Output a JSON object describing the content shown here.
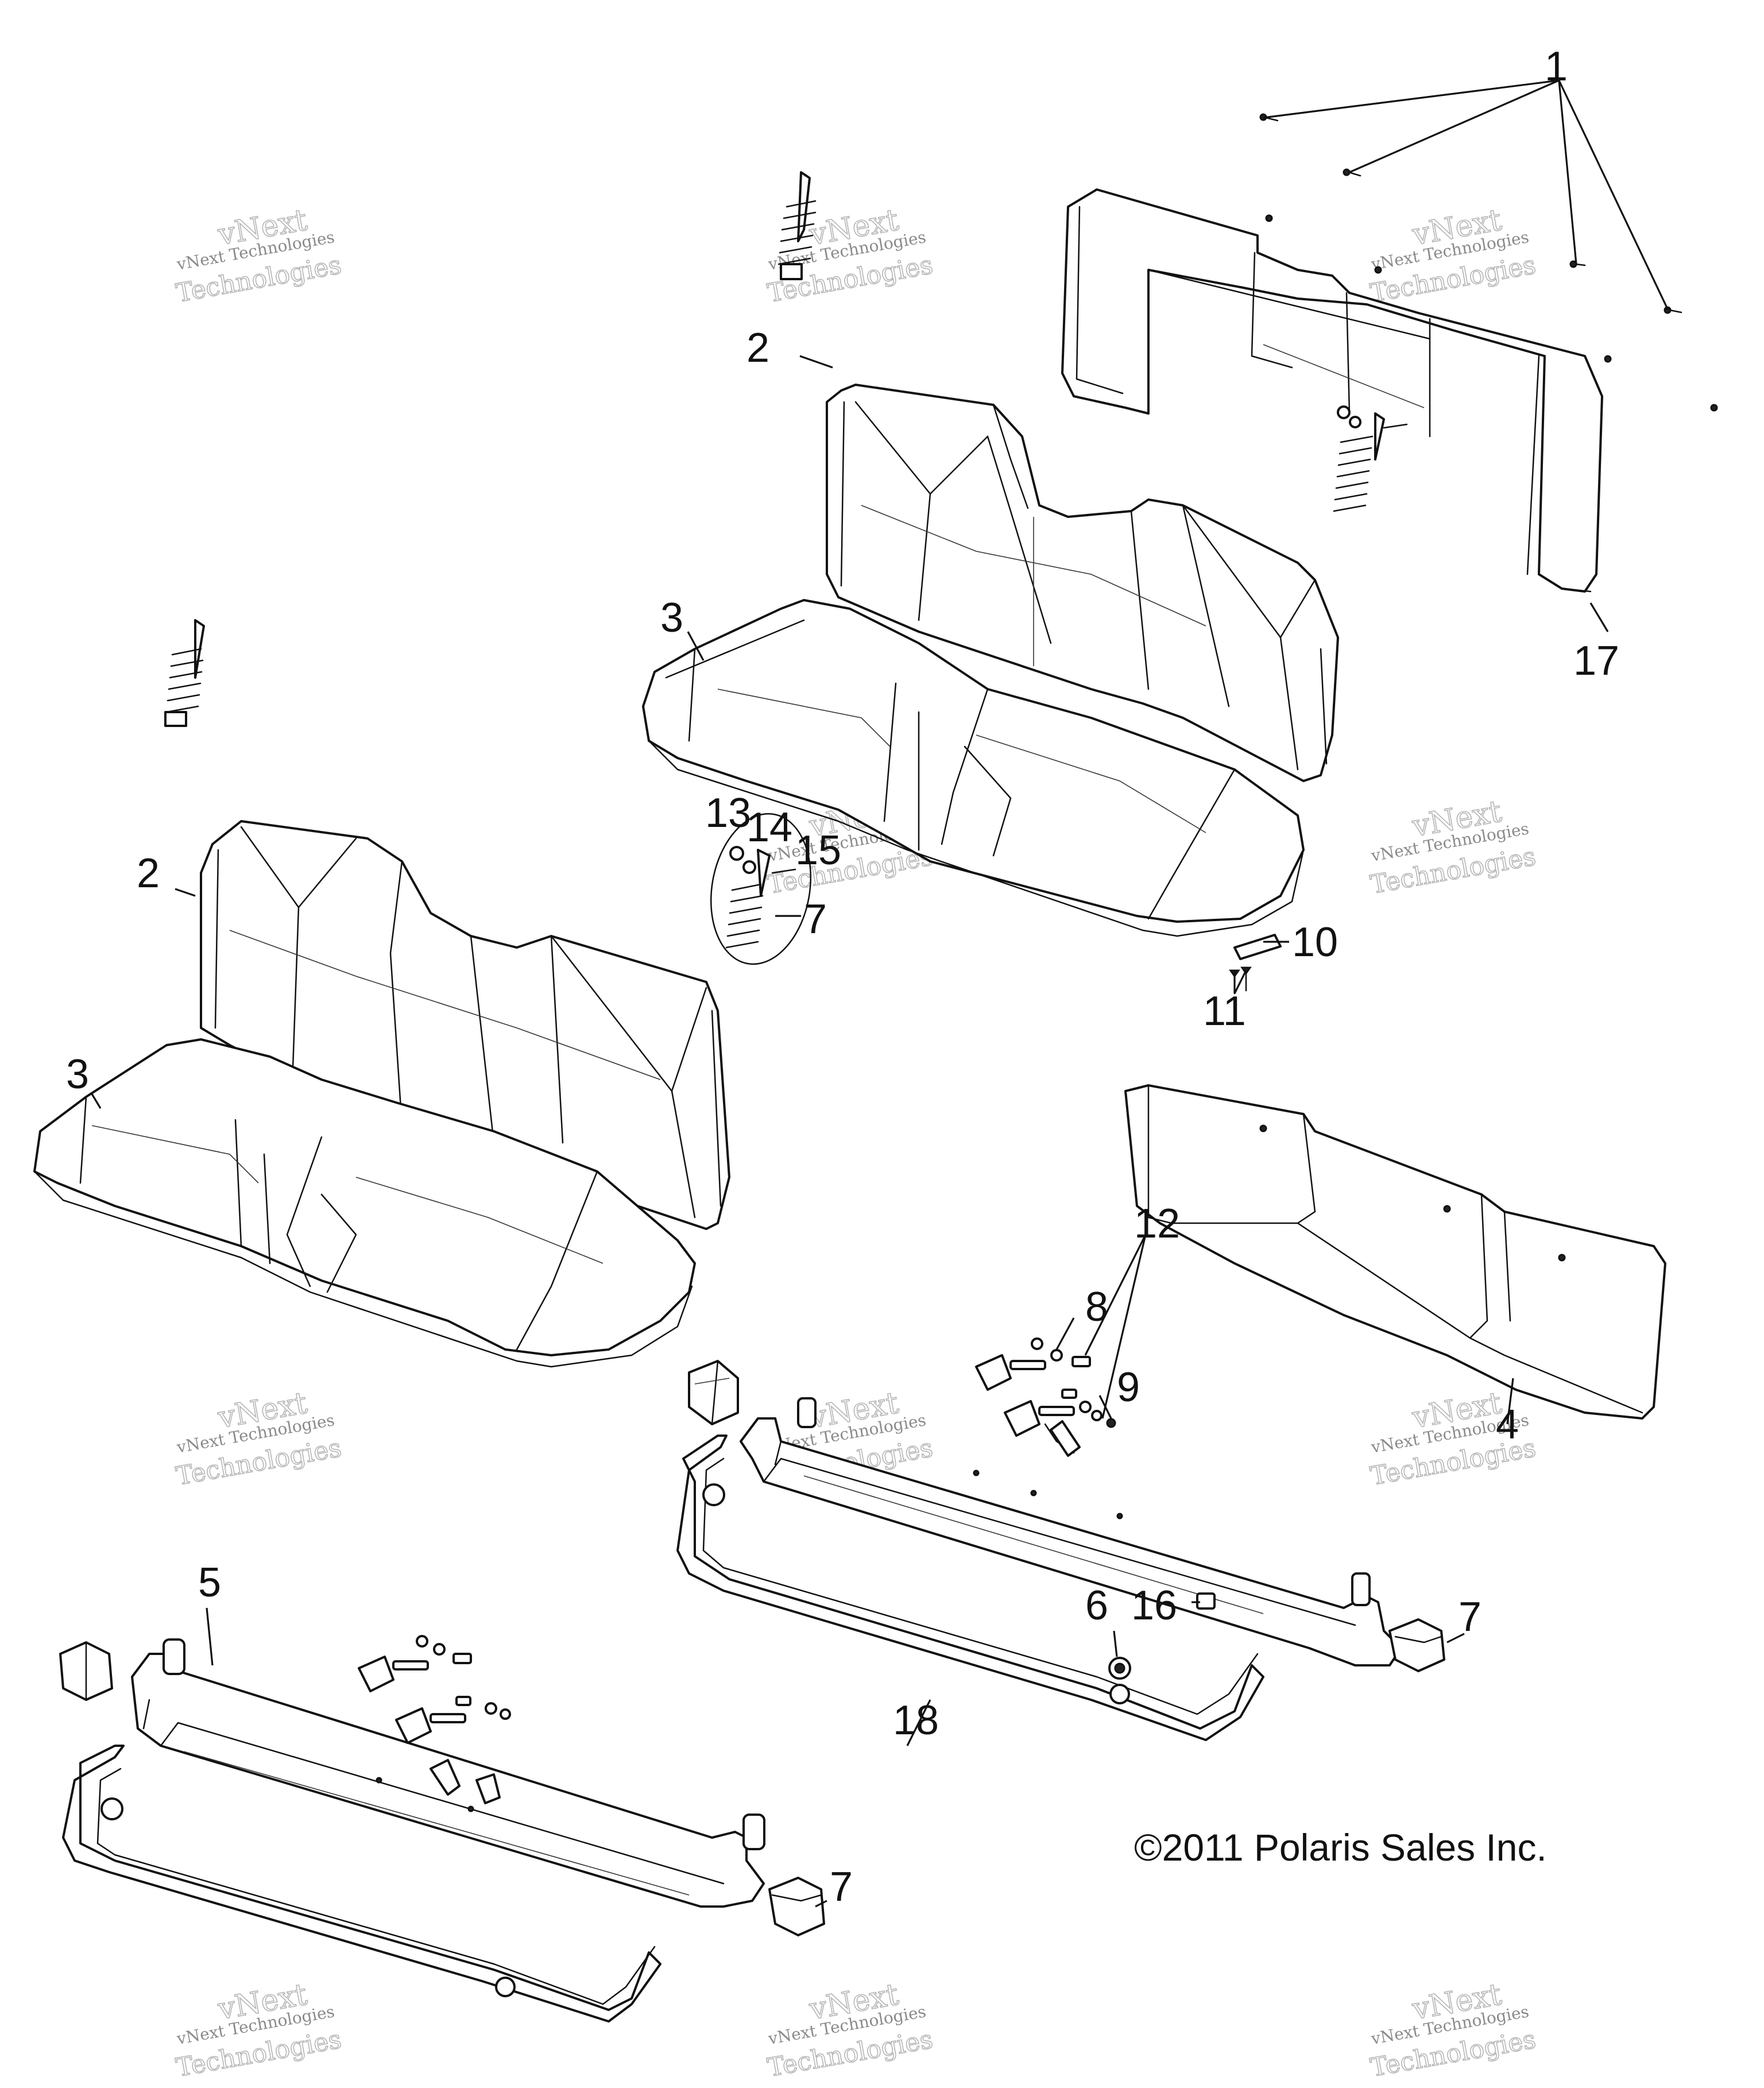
{
  "callouts": [
    {
      "id": "c1",
      "text": "1"
    },
    {
      "id": "c2a",
      "text": "2"
    },
    {
      "id": "c3a",
      "text": "3"
    },
    {
      "id": "c17",
      "text": "17"
    },
    {
      "id": "c13",
      "text": "13"
    },
    {
      "id": "c14",
      "text": "14"
    },
    {
      "id": "c15",
      "text": "15"
    },
    {
      "id": "c7a",
      "text": "7"
    },
    {
      "id": "c10",
      "text": "10"
    },
    {
      "id": "c11",
      "text": "11"
    },
    {
      "id": "c2b",
      "text": "2"
    },
    {
      "id": "c3b",
      "text": "3"
    },
    {
      "id": "c12",
      "text": "12"
    },
    {
      "id": "c8",
      "text": "8"
    },
    {
      "id": "c9",
      "text": "9"
    },
    {
      "id": "c4",
      "text": "4"
    },
    {
      "id": "c5",
      "text": "5"
    },
    {
      "id": "c6",
      "text": "6"
    },
    {
      "id": "c16",
      "text": "16"
    },
    {
      "id": "c7b",
      "text": "7"
    },
    {
      "id": "c18",
      "text": "18"
    },
    {
      "id": "c7c",
      "text": "7"
    }
  ],
  "copyright": "©2011 Polaris Sales Inc.",
  "watermark": {
    "line1": "vNext Technologies",
    "line2": "vNext",
    "line3": "Technologies"
  }
}
